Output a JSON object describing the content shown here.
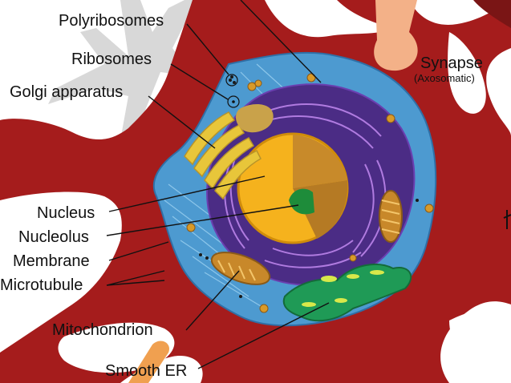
{
  "labels": {
    "polyribosomes": "Polyribosomes",
    "ribosomes": "Ribosomes",
    "golgi": "Golgi apparatus",
    "synapse": "Synapse",
    "synapse_sub": "(Axosomatic)",
    "nucleus": "Nucleus",
    "nucleolus": "Nucleolus",
    "membrane": "Membrane",
    "microtubule": "Microtubule",
    "mitochondrion": "Mitochondrion",
    "smooth_er": "Smooth ER"
  },
  "colors": {
    "cell_body": "#a51c1c",
    "cytoplasm": "#4d9ad0",
    "rough_er": "#4b2c85",
    "nucleus": "#f5b21d",
    "nucleolus": "#1e8c3a",
    "golgi": "#e8c63a",
    "mitochondrion": "#c8882a",
    "smooth_er": "#1f9a56"
  }
}
